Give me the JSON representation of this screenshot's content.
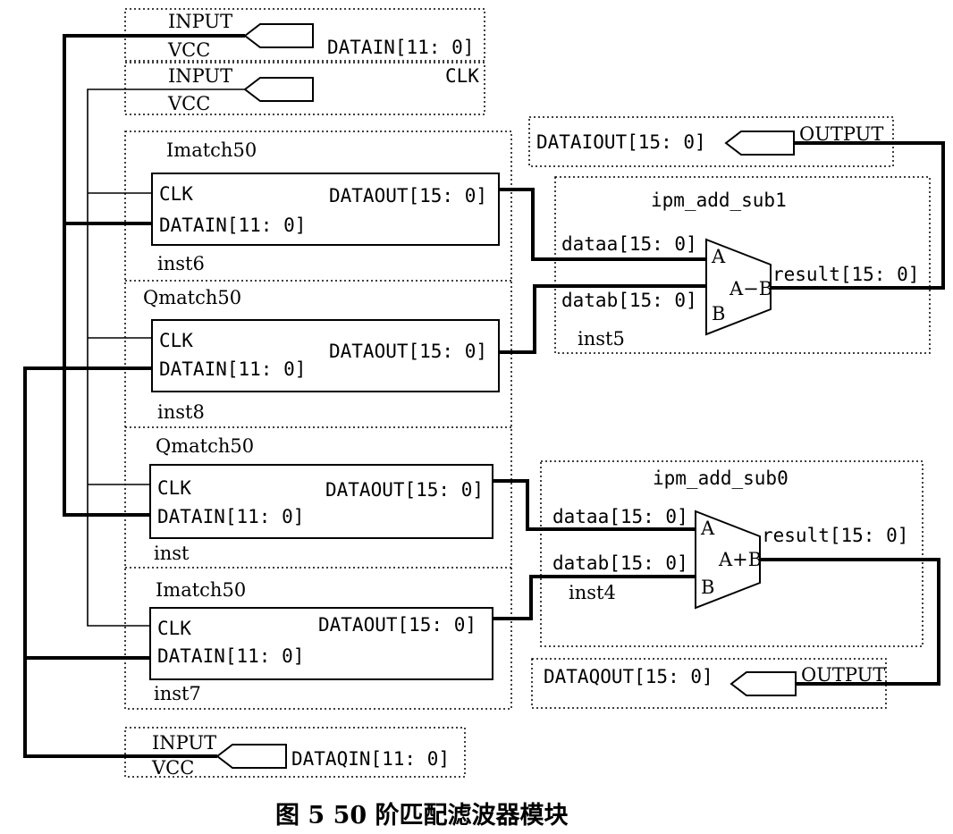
{
  "pins": {
    "datain_in": {
      "type": "INPUT",
      "default": "VCC",
      "name": "DATAIN[11: 0]"
    },
    "clk_in": {
      "type": "INPUT",
      "default": "VCC",
      "name": "CLK"
    },
    "dataqin_in": {
      "type": "INPUT",
      "default": "VCC",
      "name": "DATAQIN[11: 0]"
    },
    "dataiout_out": {
      "type": "OUTPUT",
      "name": "DATAIOUT[15: 0]"
    },
    "dataqout_out": {
      "type": "OUTPUT",
      "name": "DATAQOUT[15: 0]"
    }
  },
  "blocks": {
    "inst6": {
      "type": "Imatch50",
      "clk": "CLK",
      "din": "DATAIN[11: 0]",
      "dout": "DATAOUT[15: 0]",
      "inst": "inst6"
    },
    "inst8": {
      "type": "Qmatch50",
      "clk": "CLK",
      "din": "DATAIN[11: 0]",
      "dout": "DATAOUT[15: 0]",
      "inst": "inst8"
    },
    "inst": {
      "type": "Qmatch50",
      "clk": "CLK",
      "din": "DATAIN[11: 0]",
      "dout": "DATAOUT[15: 0]",
      "inst": "inst"
    },
    "inst7": {
      "type": "Imatch50",
      "clk": "CLK",
      "din": "DATAIN[11: 0]",
      "dout": "DATAOUT[15: 0]",
      "inst": "inst7"
    }
  },
  "adders": {
    "sub1": {
      "title": "ipm_add_sub1",
      "a": "dataa[15: 0]",
      "b": "datab[15: 0]",
      "result": "result[15: 0]",
      "port_a": "A",
      "port_b": "B",
      "op": "A−B",
      "inst": "inst5"
    },
    "sub0": {
      "title": "ipm_add_sub0",
      "a": "dataa[15: 0]",
      "b": "datab[15: 0]",
      "result": "result[15: 0]",
      "port_a": "A",
      "port_b": "B",
      "op": "A+B",
      "inst": "inst4"
    }
  },
  "caption": "图 5  50 阶匹配滤波器模块"
}
